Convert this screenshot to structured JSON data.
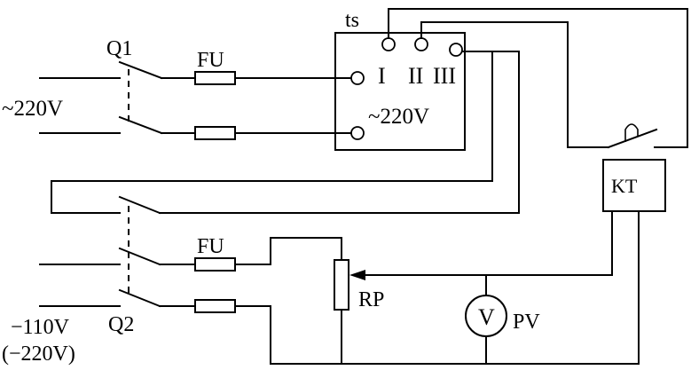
{
  "labels": {
    "ts": "ts",
    "q1": "Q1",
    "fu_top": "FU",
    "fu_bottom": "FU",
    "supply_ac": "~220V",
    "ts_input": "~220V",
    "tap_1": "I",
    "tap_2": "II",
    "tap_3": "III",
    "kt": "KT",
    "rp": "RP",
    "pv_symbol": "V",
    "pv": "PV",
    "q2": "Q2",
    "supply_dc": "−110V",
    "supply_dc_alt": "(−220V)"
  }
}
